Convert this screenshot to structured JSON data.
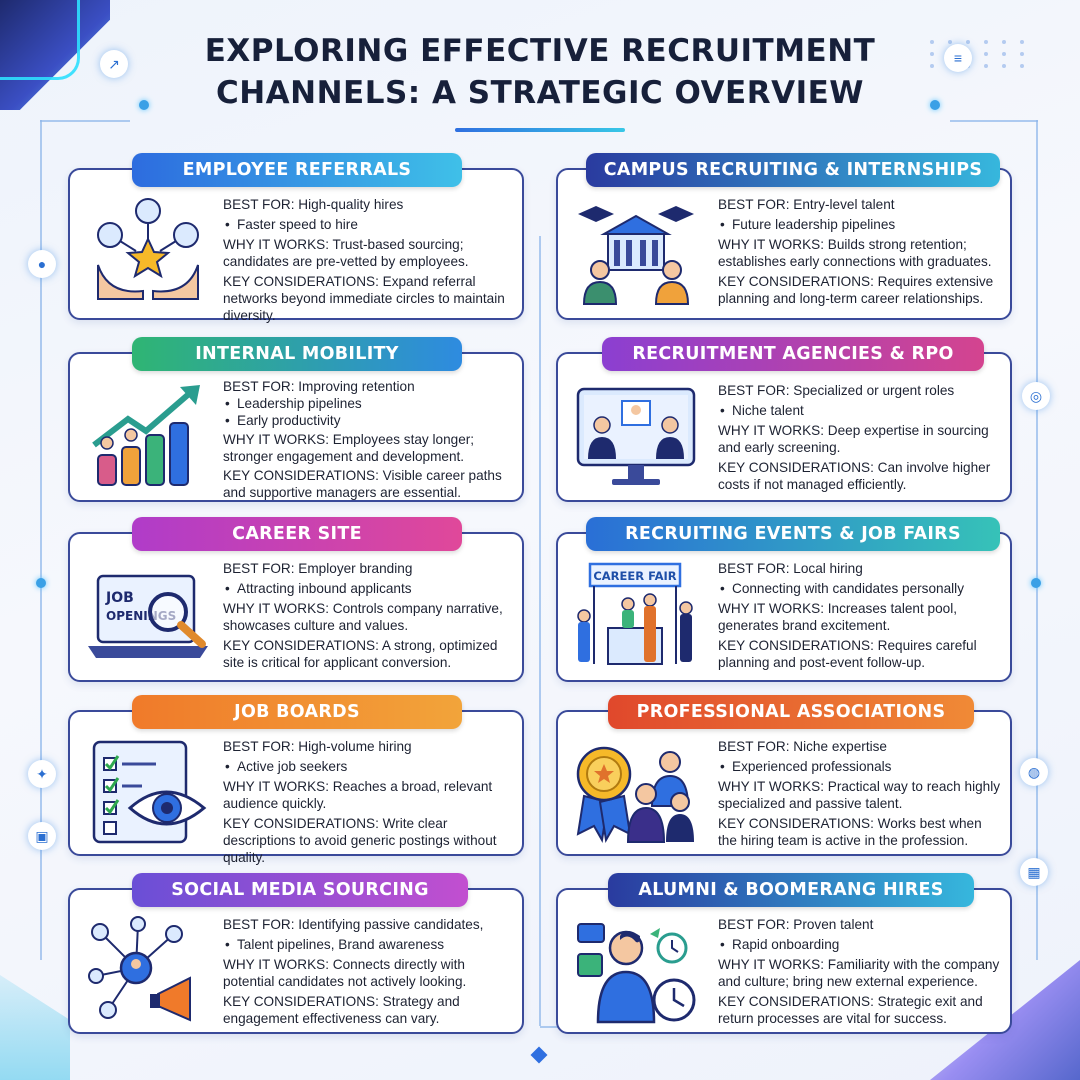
{
  "title": {
    "line1": "EXPLORING EFFECTIVE RECRUITMENT",
    "line2": "CHANNELS: A STRATEGIC OVERVIEW"
  },
  "colors": {
    "navy": "#1e2a6e",
    "accent_blue": "#2f6fe0",
    "cyan": "#38c7e6"
  },
  "cards": [
    {
      "name": "EMPLOYEE REFERRALS",
      "icon": "referral-network-hands-icon",
      "best_for": "BEST FOR: High-quality hires",
      "bullets": [
        "Faster speed to hire"
      ],
      "why": "WHY IT WORKS: Trust-based sourcing; candidates are pre-vetted by employees.",
      "considerations": "KEY CONSIDERATIONS: Expand referral networks beyond immediate circles to maintain diversity."
    },
    {
      "name": "CAMPUS RECRUITING & INTERNSHIPS",
      "icon": "university-building-icon",
      "best_for": "BEST FOR: Entry-level talent",
      "bullets": [
        "Future leadership pipelines"
      ],
      "why": "WHY IT WORKS: Builds strong retention; establishes early connections with graduates.",
      "considerations": "KEY CONSIDERATIONS: Requires extensive planning and long-term career relationships."
    },
    {
      "name": "INTERNAL MOBILITY",
      "icon": "growth-arrow-people-icon",
      "best_for": "BEST FOR: Improving retention",
      "bullets": [
        "Leadership pipelines",
        "Early productivity"
      ],
      "why": "WHY IT WORKS: Employees stay longer; stronger engagement and development.",
      "considerations": "KEY CONSIDERATIONS: Visible career paths and supportive managers are essential."
    },
    {
      "name": "RECRUITMENT AGENCIES & RPO",
      "icon": "video-interview-monitor-icon",
      "best_for": "BEST FOR: Specialized or urgent roles",
      "bullets": [
        "Niche talent"
      ],
      "why": "WHY IT WORKS: Deep expertise in sourcing and early screening.",
      "considerations": "KEY CONSIDERATIONS: Can involve higher costs if not managed efficiently."
    },
    {
      "name": "CAREER SITE",
      "icon": "laptop-job-openings-icon",
      "icon_text_1": "JOB",
      "icon_text_2": "OPENINGS",
      "best_for": "BEST FOR: Employer branding",
      "bullets": [
        "Attracting inbound applicants"
      ],
      "why": "WHY IT WORKS: Controls company narrative, showcases culture and values.",
      "considerations": "KEY CONSIDERATIONS: A strong, optimized site is critical for applicant conversion."
    },
    {
      "name": "RECRUITING EVENTS & JOB FAIRS",
      "icon": "career-fair-booth-icon",
      "icon_text_1": "CAREER FAIR",
      "best_for": "BEST FOR: Local hiring",
      "bullets": [
        "Connecting with candidates personally"
      ],
      "why": "WHY IT WORKS: Increases talent pool, generates brand excitement.",
      "considerations": "KEY CONSIDERATIONS: Requires careful planning and post-event follow-up."
    },
    {
      "name": "JOB BOARDS",
      "icon": "checklist-eye-icon",
      "best_for": "BEST FOR: High-volume hiring",
      "bullets": [
        "Active job seekers"
      ],
      "why": "WHY IT WORKS: Reaches a broad, relevant audience quickly.",
      "considerations": "KEY CONSIDERATIONS: Write clear descriptions to avoid generic postings without quality."
    },
    {
      "name": "PROFESSIONAL ASSOCIATIONS",
      "icon": "award-badge-professionals-icon",
      "best_for": "BEST FOR: Niche expertise",
      "bullets": [
        "Experienced professionals"
      ],
      "why": "WHY IT WORKS: Practical way to reach highly specialized and passive talent.",
      "considerations": "KEY CONSIDERATIONS: Works best when the hiring team is active in the profession."
    },
    {
      "name": "SOCIAL MEDIA SOURCING",
      "icon": "social-network-megaphone-icon",
      "best_for": "BEST FOR: Identifying passive candidates,",
      "bullets": [
        "Talent pipelines, Brand awareness"
      ],
      "why": "WHY IT WORKS: Connects directly with potential candidates not actively looking.",
      "considerations": "KEY CONSIDERATIONS: Strategy and engagement effectiveness can vary."
    },
    {
      "name": "ALUMNI & BOOMERANG HIRES",
      "icon": "returning-employee-clock-icon",
      "best_for": "BEST FOR: Proven talent",
      "bullets": [
        "Rapid onboarding"
      ],
      "why": "WHY IT WORKS: Familiarity with the company and culture; bring new external experience.",
      "considerations": "KEY CONSIDERATIONS: Strategic exit and return processes are vital for success."
    }
  ]
}
